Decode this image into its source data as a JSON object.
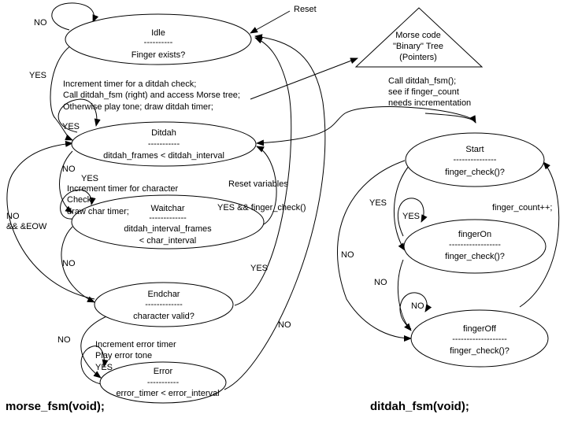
{
  "states": {
    "idle": {
      "name": "Idle",
      "sep": "----------",
      "cond": "Finger exists?"
    },
    "ditdah": {
      "name": "Ditdah",
      "sep": "-----------",
      "cond": "ditdah_frames < ditdah_interval"
    },
    "waitchar": {
      "name": "Waitchar",
      "sep": "-------------",
      "cond1": "ditdah_interval_frames",
      "cond2": "< char_interval"
    },
    "endchar": {
      "name": "Endchar",
      "sep": "-------------",
      "cond": "character valid?"
    },
    "error": {
      "name": "Error",
      "sep": "-----------",
      "cond": "error_timer < error_interval"
    },
    "start": {
      "name": "Start",
      "sep": "---------------",
      "cond": "finger_check()?"
    },
    "fingeron": {
      "name": "fingerOn",
      "sep": "------------------",
      "cond": "finger_check()?"
    },
    "fingeroff": {
      "name": "fingerOff",
      "sep": "-------------------",
      "cond": "finger_check()?"
    }
  },
  "tree": {
    "line1": "Morse code",
    "line2": "\"Binary\" Tree",
    "line3": "(Pointers)"
  },
  "labels": {
    "reset": "Reset",
    "no_idle": "NO",
    "yes_idle": "YES",
    "yes_ditdah_loop": "YES",
    "no_ditdah": "NO",
    "yes_waitchar_loop": "YES",
    "no_eow_1": "NO",
    "no_eow_2": "&& &EOW",
    "no_waitchar": "NO",
    "reset_variables": "Reset variables",
    "yes_finger_check": "YES && finger_check()",
    "yes_endchar": "YES",
    "no_error_loop": "NO",
    "no_error_to_idle": "NO",
    "yes_error": "YES",
    "yes_start": "YES",
    "yes_fingeron_loop": "YES",
    "no_start": "NO",
    "no_fingeron": "NO",
    "no_fingeroff_loop": "NO",
    "finger_count": "finger_count++;"
  },
  "notes": {
    "ditdah_1": "Increment timer for a ditdah check;",
    "ditdah_2": "Call ditdah_fsm (right) and access Morse tree;",
    "ditdah_3": "Otherwise play tone; draw ditdah timer;",
    "waitchar_1": "Increment timer for character",
    "waitchar_2": "Check;",
    "waitchar_3": "draw char timer;",
    "error_1": "Increment error timer",
    "error_2": "Play error tone",
    "call_1": "Call ditdah_fsm();",
    "call_2": "see if finger_count",
    "call_3": "needs incrementation"
  },
  "functions": {
    "left": "morse_fsm(void);",
    "right": "ditdah_fsm(void);"
  }
}
